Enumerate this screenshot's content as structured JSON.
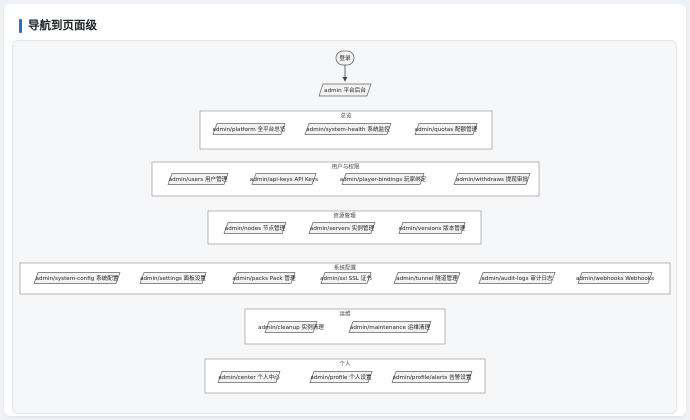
{
  "page": {
    "title": "导航到页面级"
  },
  "diagram": {
    "start": "登录",
    "root": "admin 平台后台",
    "groups": [
      {
        "label": "总览",
        "items": [
          "admin/platform 全平台总览",
          "admin/system-health 系统监控",
          "admin/quotas 配额管理"
        ]
      },
      {
        "label": "用户与权限",
        "items": [
          "admin/users 用户管理",
          "admin/api-keys API Keys",
          "admin/player-bindings 玩家绑定",
          "admin/withdraws 提现审批"
        ]
      },
      {
        "label": "资源管理",
        "items": [
          "admin/nodes 节点管理",
          "admin/servers 实例管理",
          "admin/versions 版本管理"
        ]
      },
      {
        "label": "系统配置",
        "items": [
          "admin/system-config 系统配置",
          "admin/settings 面板设置",
          "admin/packs Pack 管理",
          "admin/ssl SSL 证书",
          "admin/tunnel 隧道管理",
          "admin/audit-logs 审计日志",
          "admin/webhooks Webhooks"
        ]
      },
      {
        "label": "运维",
        "items": [
          "admin/cleanup 实例清理",
          "admin/maintenance 运维清理"
        ]
      },
      {
        "label": "个人",
        "items": [
          "admin/center 个人中心",
          "admin/profile 个人设置",
          "admin/profile/alerts 告警设置"
        ]
      }
    ]
  }
}
